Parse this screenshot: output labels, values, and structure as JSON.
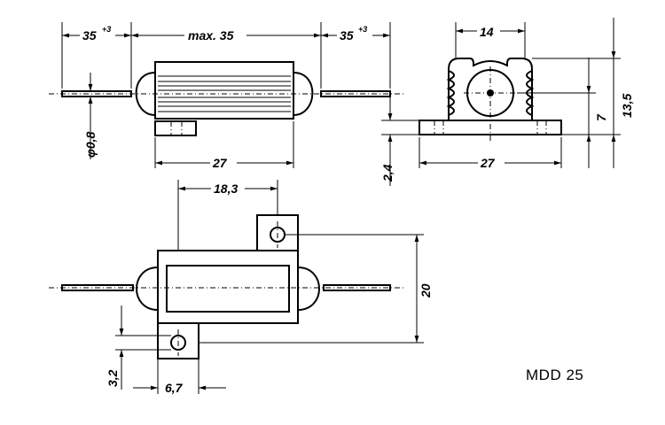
{
  "drawing_id": "MDD 25",
  "side_view": {
    "lead_length": "35",
    "lead_tolerance": "+3",
    "body_length_max": "max. 35",
    "mount_length": "27",
    "lead_diameter": "φ0,8"
  },
  "end_view": {
    "width": "14",
    "base_length": "27",
    "overall_height": "13,5",
    "axis_height": "7",
    "base_thickness": "2,4"
  },
  "top_view": {
    "hole_offset": "18,3",
    "mount_width": "20",
    "hole_diameter": "3,2",
    "tab_width": "6,7"
  }
}
